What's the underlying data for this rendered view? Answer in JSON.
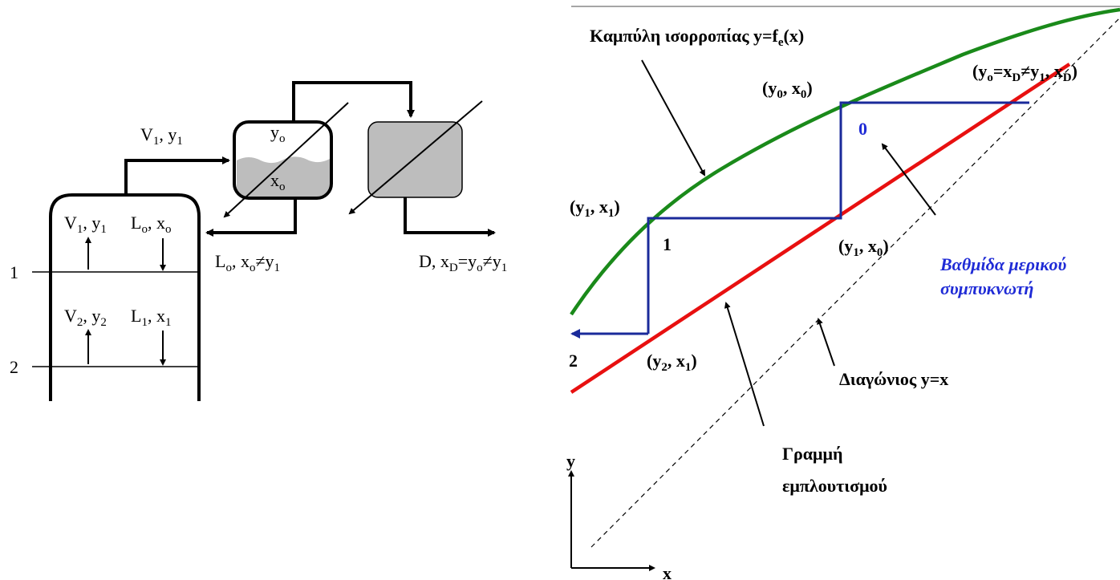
{
  "left_diagram": {
    "v1y1_top": {
      "main": "V",
      "s1": "1",
      "rest": ", y",
      "s2": "1"
    },
    "yo_drum": {
      "main": "y",
      "s1": "o"
    },
    "xo_drum": {
      "main": "x",
      "s1": "o"
    },
    "tray1_vapor": {
      "main": "V",
      "s1": "1",
      "rest": ", y",
      "s2": "1"
    },
    "tray1_liquid": {
      "main": "L",
      "s1": "o",
      "rest": ", x",
      "s2": "o"
    },
    "tray2_vapor": {
      "main": "V",
      "s1": "2",
      "rest": ", y",
      "s2": "2"
    },
    "tray2_liquid": {
      "main": "L",
      "s1": "1",
      "rest": ", x",
      "s2": "1"
    },
    "reflux": {
      "a": "L",
      "a_s": "o",
      "b": ", x",
      "b_s": "o",
      "c": "≠y",
      "c_s": "1"
    },
    "distillate": {
      "a": "D, x",
      "a_s": "D",
      "b": "=y",
      "b_s": "o",
      "c": "≠y",
      "c_s": "1"
    },
    "tray_numbers": [
      "1",
      "2"
    ]
  },
  "right_diagram": {
    "equilibrium_curve_label": {
      "a": "Καμπύλη ισορροπίας y=f",
      "a_s": "e",
      "b": "(x)"
    },
    "enrichment_line_label": [
      "Γραμμή",
      "εμπλουτισμού"
    ],
    "diagonal_label": "Διαγώνιος y=x",
    "partial_condenser_label": [
      "Βαθμίδα μερικού",
      "συμπυκνωτή"
    ],
    "pt_y0x0": {
      "a": "(y",
      "a_s": "0",
      "b": ", x",
      "b_s": "0",
      "c": ")"
    },
    "pt_y1x1": {
      "a": "(y",
      "a_s": "1",
      "b": ", x",
      "b_s": "1",
      "c": ")"
    },
    "pt_y1x0": {
      "a": "(y",
      "a_s": "1",
      "b": ", x",
      "b_s": "0",
      "c": ")"
    },
    "pt_y2x1": {
      "a": "(y",
      "a_s": "2",
      "b": ", x",
      "b_s": "1",
      "c": ")"
    },
    "pt_top": {
      "a": "(y",
      "a_s": "o",
      "b": "=x",
      "b_s": "D",
      "c": "≠y",
      "c_s": "1",
      "d": ", x",
      "d_s": "D",
      "e": ")"
    },
    "stage_numbers": [
      "0",
      "1",
      "2"
    ],
    "axis_y": "y",
    "axis_x": "x"
  },
  "colors": {
    "equilibrium": "#1a8a1a",
    "enrichment": "#e81010",
    "stairs": "#1a2a9a",
    "text_blue": "#1f2bd6",
    "drum_fill": "#bdbdbd"
  }
}
